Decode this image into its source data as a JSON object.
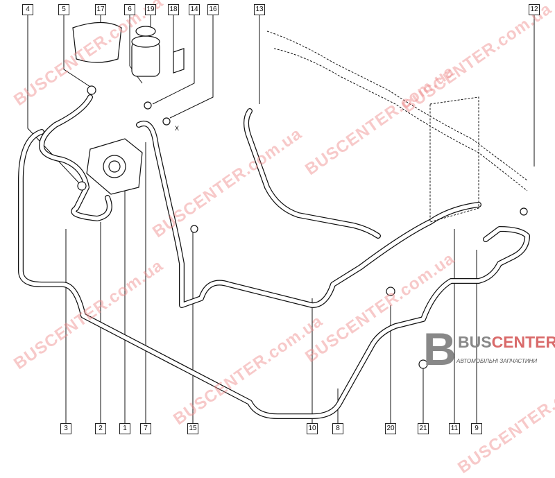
{
  "diagram": {
    "top_labels": [
      "4",
      "5",
      "17",
      "6",
      "19",
      "18",
      "14",
      "16",
      "13",
      "12"
    ],
    "bottom_labels": [
      "3",
      "2",
      "1",
      "7",
      "15",
      "10",
      "8",
      "20",
      "21",
      "11",
      "9"
    ],
    "x_marker": "X"
  },
  "watermark": {
    "text": "BUSCENTER.com.ua",
    "color": "#e88888"
  },
  "logo": {
    "letter": "B",
    "name_part1": "BUS",
    "name_part2": "CENTER",
    "subtitle": "АВТОМОБІЛЬНІ ЗАПЧАСТИНИ",
    "accent": "#d96a6a"
  }
}
